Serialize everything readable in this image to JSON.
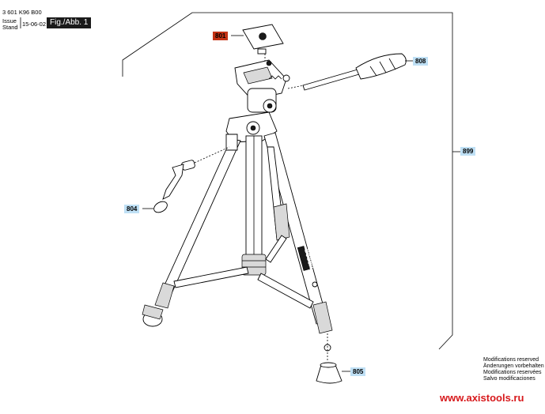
{
  "header": {
    "doc_number": "3 601 K96 B00",
    "issue_label": "Issue",
    "stand_label": "Stand",
    "issue_date": "15-06-02",
    "fig_label": "Fig./Abb. 1"
  },
  "callouts": {
    "c801": "801",
    "c808": "808",
    "c899": "899",
    "c804": "804",
    "c805": "805"
  },
  "notices": [
    "Modifications reserved",
    "Änderungen vorbehalten",
    "Modifications reservées",
    "Salvo modificaciones"
  ],
  "brand_on_leg": "BOSCH",
  "watermark": "www.axistools.ru",
  "colors": {
    "callout_fill": "#bfe0f5",
    "callout_highlight_fill": "#c43214",
    "fig_label_fill": "#1a1a1a",
    "watermark": "#d7191c"
  }
}
